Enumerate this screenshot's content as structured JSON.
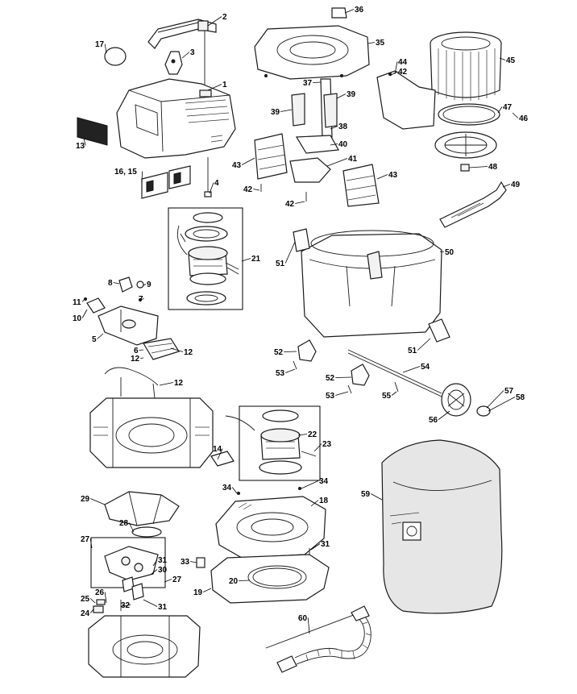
{
  "diagram": {
    "labels": [
      {
        "id": "c1",
        "text": "1"
      },
      {
        "id": "c2",
        "text": "2"
      },
      {
        "id": "c3",
        "text": "3"
      },
      {
        "id": "c4",
        "text": "4"
      },
      {
        "id": "c5",
        "text": "5"
      },
      {
        "id": "c6",
        "text": "6"
      },
      {
        "id": "c7",
        "text": "7"
      },
      {
        "id": "c8",
        "text": "8"
      },
      {
        "id": "c9",
        "text": "9"
      },
      {
        "id": "c10",
        "text": "10"
      },
      {
        "id": "c11",
        "text": "11"
      },
      {
        "id": "c12a",
        "text": "12"
      },
      {
        "id": "c12b",
        "text": "12"
      },
      {
        "id": "c12c",
        "text": "12"
      },
      {
        "id": "c13",
        "text": "13"
      },
      {
        "id": "c14",
        "text": "14"
      },
      {
        "id": "c1615",
        "text": "16, 15"
      },
      {
        "id": "c17",
        "text": "17"
      },
      {
        "id": "c18",
        "text": "18"
      },
      {
        "id": "c19",
        "text": "19"
      },
      {
        "id": "c20",
        "text": "20"
      },
      {
        "id": "c21",
        "text": "21"
      },
      {
        "id": "c22",
        "text": "22"
      },
      {
        "id": "c23",
        "text": "23"
      },
      {
        "id": "c24",
        "text": "24"
      },
      {
        "id": "c25",
        "text": "25"
      },
      {
        "id": "c26",
        "text": "26"
      },
      {
        "id": "c27a",
        "text": "27"
      },
      {
        "id": "c27b",
        "text": "27"
      },
      {
        "id": "c28",
        "text": "28"
      },
      {
        "id": "c29",
        "text": "29"
      },
      {
        "id": "c30",
        "text": "30"
      },
      {
        "id": "c31a",
        "text": "31"
      },
      {
        "id": "c31b",
        "text": "31"
      },
      {
        "id": "c31c",
        "text": "31"
      },
      {
        "id": "c32",
        "text": "32"
      },
      {
        "id": "c33",
        "text": "33"
      },
      {
        "id": "c34a",
        "text": "34"
      },
      {
        "id": "c34b",
        "text": "34"
      },
      {
        "id": "c35",
        "text": "35"
      },
      {
        "id": "c36",
        "text": "36"
      },
      {
        "id": "c37",
        "text": "37"
      },
      {
        "id": "c38",
        "text": "38"
      },
      {
        "id": "c39a",
        "text": "39"
      },
      {
        "id": "c39b",
        "text": "39"
      },
      {
        "id": "c40",
        "text": "40"
      },
      {
        "id": "c41",
        "text": "41"
      },
      {
        "id": "c42a",
        "text": "42"
      },
      {
        "id": "c42b",
        "text": "42"
      },
      {
        "id": "c42c",
        "text": "42"
      },
      {
        "id": "c43a",
        "text": "43"
      },
      {
        "id": "c43b",
        "text": "43"
      },
      {
        "id": "c44",
        "text": "44"
      },
      {
        "id": "c45",
        "text": "45"
      },
      {
        "id": "c46",
        "text": "46"
      },
      {
        "id": "c47",
        "text": "47"
      },
      {
        "id": "c48",
        "text": "48"
      },
      {
        "id": "c49",
        "text": "49"
      },
      {
        "id": "c50",
        "text": "50"
      },
      {
        "id": "c51a",
        "text": "51"
      },
      {
        "id": "c51b",
        "text": "51"
      },
      {
        "id": "c52a",
        "text": "52"
      },
      {
        "id": "c52b",
        "text": "52"
      },
      {
        "id": "c53a",
        "text": "53"
      },
      {
        "id": "c53b",
        "text": "53"
      },
      {
        "id": "c54",
        "text": "54"
      },
      {
        "id": "c55",
        "text": "55"
      },
      {
        "id": "c56",
        "text": "56"
      },
      {
        "id": "c57",
        "text": "57"
      },
      {
        "id": "c58",
        "text": "58"
      },
      {
        "id": "c59",
        "text": "59"
      },
      {
        "id": "c60",
        "text": "60"
      }
    ],
    "colors": {
      "line": "#1a1a1a",
      "fill": "#ffffff",
      "shade": "#f2f2f2",
      "bag": "#e6e6e6"
    }
  }
}
